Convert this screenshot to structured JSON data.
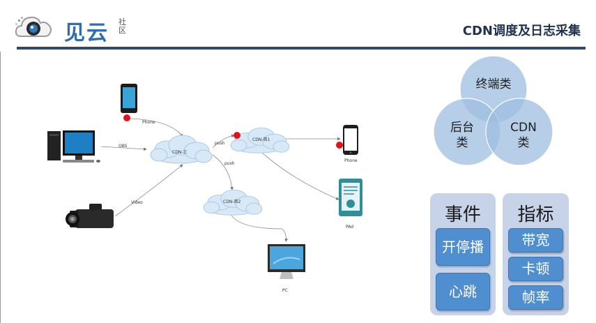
{
  "header": {
    "logo_main": "见云",
    "logo_sub": "社区",
    "title": "CDN调度及日志采集"
  },
  "diagram": {
    "nodes": {
      "cloud_main": "CDN-三",
      "cloud_1": "CDN-首1",
      "cloud_2": "CDN-首2",
      "device_phone_out": "Phone",
      "device_pad": "PAd",
      "device_pc": "PC"
    },
    "edges": {
      "phone_in": "Phone",
      "obs": "OBS",
      "video": "Video",
      "push_1": "push",
      "push_2": "push"
    },
    "colors": {
      "cloud": "#d7e8f7",
      "cloud_stroke": "#a9c7e4",
      "endpoint_dot": "#e0131b"
    }
  },
  "venn": {
    "top": "终端类",
    "left_line1": "后台",
    "left_line2": "类",
    "right_line1": "CDN",
    "right_line2": "类",
    "circle_color": "#9dbde0"
  },
  "panels": {
    "events": {
      "title": "事件",
      "items": [
        "开停播",
        "心跳"
      ]
    },
    "metrics": {
      "title": "指标",
      "items": [
        "带宽",
        "卡顿",
        "帧率"
      ]
    },
    "pill_color": "#4f8fd0",
    "panel_color": "#c7d3e8"
  }
}
